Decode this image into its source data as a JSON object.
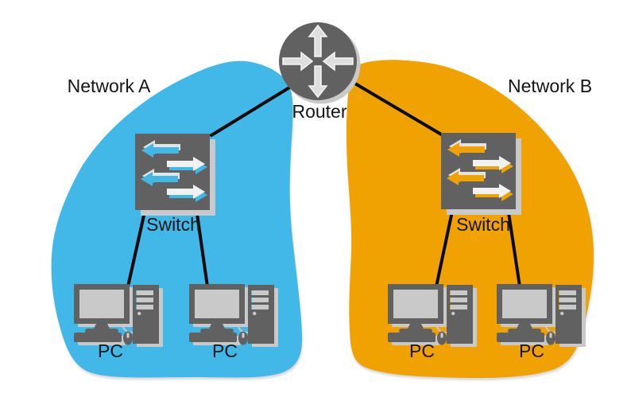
{
  "diagram": {
    "type": "network-topology",
    "router": {
      "label": "Router",
      "icon": "router-icon"
    },
    "networks": [
      {
        "name": "Network A",
        "fill": "#41B8E8",
        "switch": {
          "label": "Switch",
          "icon": "switch-icon"
        },
        "pcs": [
          {
            "label": "PC",
            "icon": "pc-icon"
          },
          {
            "label": "PC",
            "icon": "pc-icon"
          }
        ]
      },
      {
        "name": "Network B",
        "fill": "#F0A202",
        "switch": {
          "label": "Switch",
          "icon": "switch-icon"
        },
        "pcs": [
          {
            "label": "PC",
            "icon": "pc-icon"
          },
          {
            "label": "PC",
            "icon": "pc-icon"
          }
        ]
      }
    ],
    "topology_edges": [
      [
        "Router",
        "Network A Switch"
      ],
      [
        "Router",
        "Network B Switch"
      ],
      [
        "Network A Switch",
        "Network A PC 1"
      ],
      [
        "Network A Switch",
        "Network A PC 2"
      ],
      [
        "Network B Switch",
        "Network B PC 1"
      ],
      [
        "Network B Switch",
        "Network B PC 2"
      ]
    ],
    "colors": {
      "network_a_fill": "#41B8E8",
      "network_b_fill": "#F0A202",
      "device_gray": "#616161",
      "shadow_gray": "#C9C9C9",
      "connection_line": "#0A0A0A",
      "background": "#FFFFFF"
    }
  }
}
